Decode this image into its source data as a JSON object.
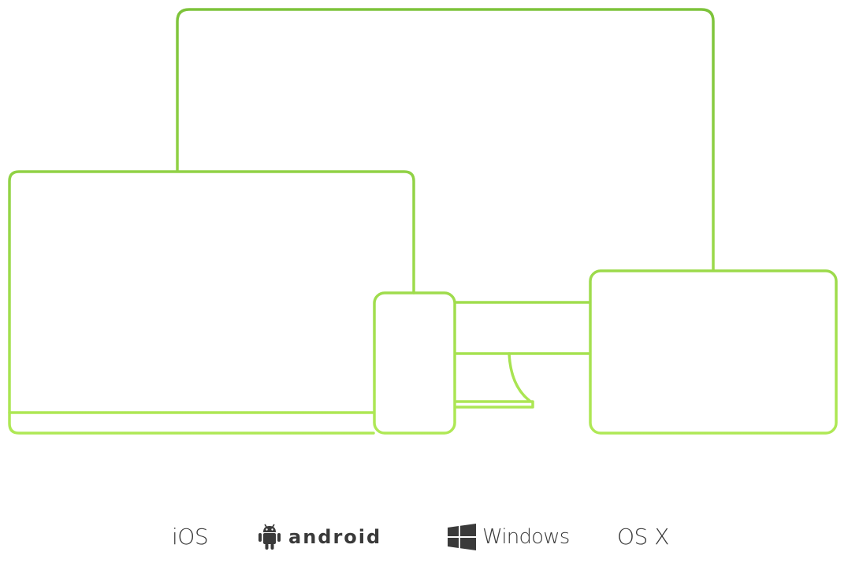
{
  "colors": {
    "outline_top": "#7cc23a",
    "outline_bottom": "#b4ec58",
    "text": "#3a3a3a"
  },
  "platforms": [
    {
      "label": "iOS",
      "icon": "none"
    },
    {
      "label": "ANDROID",
      "icon": "android-robot-icon"
    },
    {
      "label": "Windows",
      "icon": "windows-logo-icon"
    },
    {
      "label": "OS X",
      "icon": "none"
    }
  ]
}
